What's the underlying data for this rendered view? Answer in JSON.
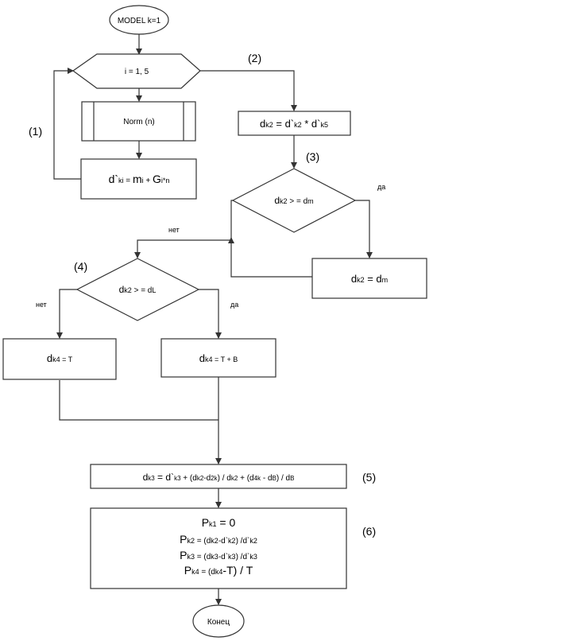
{
  "start": {
    "label": "MODEL k=1"
  },
  "loop": {
    "label": "i = 1, 5"
  },
  "norm": {
    "label": "Norm (n)"
  },
  "formula1": {
    "d": "d`",
    "sub": "ki",
    "eq": " = ",
    "m": "m",
    "msub": "i",
    "plus": " + ",
    "g": "G",
    "gsub": "i*n"
  },
  "formula2": {
    "d": "d",
    "sub": "k2",
    "eq": " = d`",
    "sub2": "k2",
    "mul": " * d`",
    "sub3": "k5"
  },
  "decision3": {
    "d": "d",
    "sub": "k2",
    "op": " > = d",
    "rsub": "m"
  },
  "assign3": {
    "d": "d",
    "sub": "k2",
    "eq": " = d",
    "rsub": "m"
  },
  "decision4": {
    "d": "d",
    "sub": "k2",
    "op": " > = d",
    "rsub": "L"
  },
  "assign_no": {
    "d": "d",
    "sub": "k4",
    "rhs": " = T"
  },
  "assign_yes": {
    "d": "d",
    "sub": "k4",
    "rhs": " = T + B"
  },
  "formula5": {
    "d": "d",
    "s1": "k3",
    "t1": " = d`",
    "s2": "k3",
    "t2": " + (d",
    "s3": "k2",
    "t3": "-d",
    "s4": "2k",
    "t4": ") / d",
    "s5": "k2",
    "t5": " + (d",
    "s6": "4k",
    "t6": " - d",
    "s7": "B",
    "t7": ") / d",
    "s8": "B"
  },
  "block6": {
    "p1": {
      "p": "P",
      "s": "k1",
      "rhs": " = 0"
    },
    "p2": {
      "p": "P",
      "s": "k2",
      "t1": " = (d",
      "s1": "k2",
      "t2": "-d`",
      "s2": "k2",
      "t3": ") /d`",
      "s3": "k2"
    },
    "p3": {
      "p": "P",
      "s": "k3",
      "t1": " =  (d",
      "s1": "k3",
      "t2": "-d`",
      "s2": "k3",
      "t3": ") /d`",
      "s3": "k3"
    },
    "p4": {
      "p": "P",
      "s": "k4",
      "t1": " = (d",
      "s1": "k4",
      "t2": "-T) / T"
    }
  },
  "end": {
    "label": "Конец"
  },
  "labels": {
    "n1": "(1)",
    "n2": "(2)",
    "n3": "(3)",
    "n4": "(4)",
    "n5": "(5)",
    "n6": "(6)",
    "yes3": "да",
    "no3": "нет",
    "no4": "нет",
    "yes4": "да"
  }
}
